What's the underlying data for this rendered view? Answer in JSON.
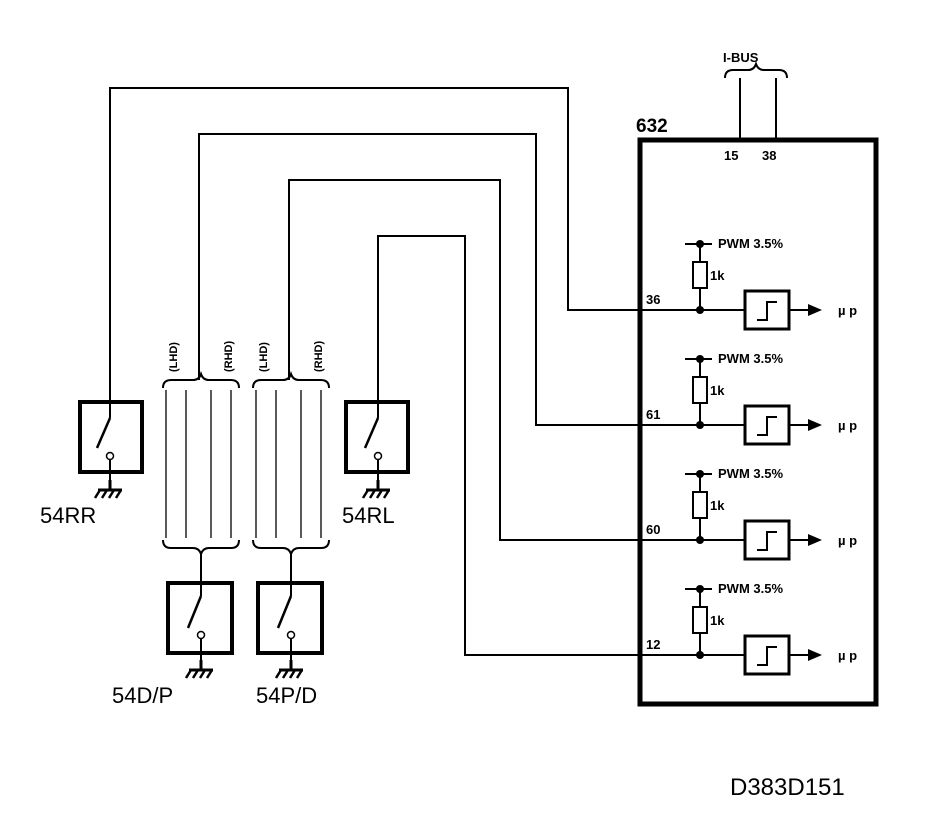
{
  "bus": {
    "label": "I-BUS",
    "pins": [
      "15",
      "38"
    ]
  },
  "module": {
    "id": "632"
  },
  "channels": [
    {
      "pin": "36",
      "pwm": "PWM 3.5%",
      "resistor": "1k",
      "output": "µ p"
    },
    {
      "pin": "61",
      "pwm": "PWM 3.5%",
      "resistor": "1k",
      "output": "µ p"
    },
    {
      "pin": "60",
      "pwm": "PWM 3.5%",
      "resistor": "1k",
      "output": "µ p"
    },
    {
      "pin": "12",
      "pwm": "PWM 3.5%",
      "resistor": "1k",
      "output": "µ p"
    }
  ],
  "switches": {
    "rr": "54RR",
    "rl": "54RL",
    "dp": "54D/P",
    "pd": "54P/D"
  },
  "harness": {
    "left": {
      "lhd": "(LHD)",
      "rhd": "(RHD)"
    },
    "right": {
      "lhd": "(LHD)",
      "rhd": "(RHD)"
    }
  },
  "drawing_code": "D383D151"
}
